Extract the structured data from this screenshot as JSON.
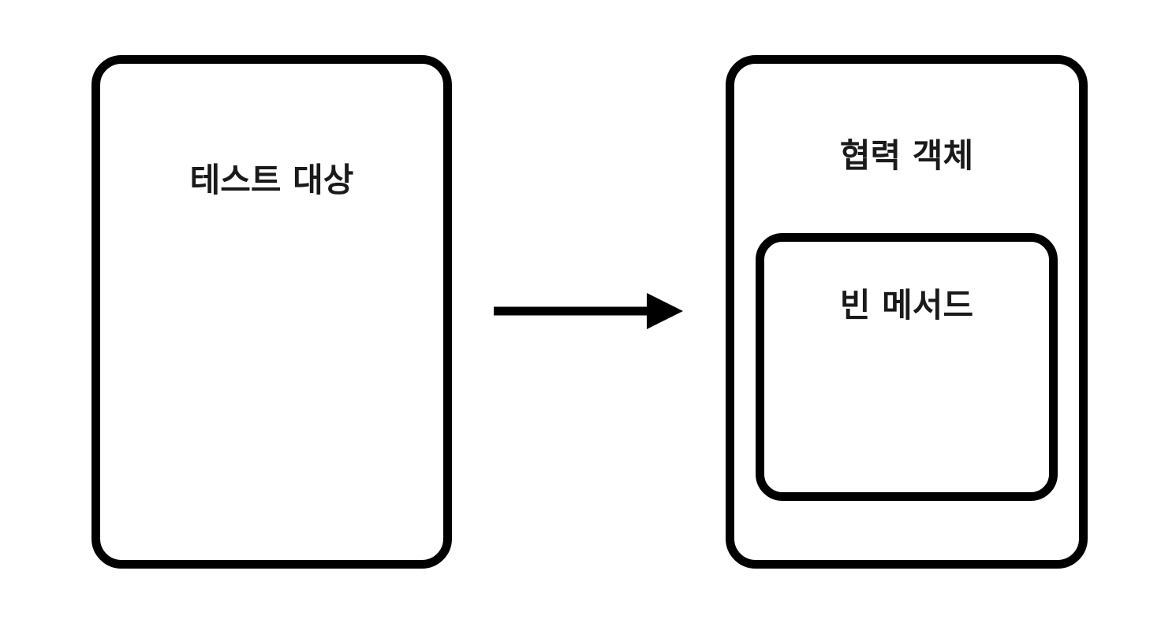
{
  "diagram": {
    "nodes": [
      {
        "id": "test-target",
        "label": "테스트 대상"
      },
      {
        "id": "collaborator",
        "label": "협력 객체"
      },
      {
        "id": "empty-method",
        "label": "빈 메서드",
        "parent": "collaborator"
      }
    ],
    "edges": [
      {
        "from": "test-target",
        "to": "collaborator",
        "style": "solid-arrow"
      }
    ],
    "colors": {
      "stroke": "#000000",
      "background": "#ffffff",
      "text": "#1a1a1a"
    }
  }
}
